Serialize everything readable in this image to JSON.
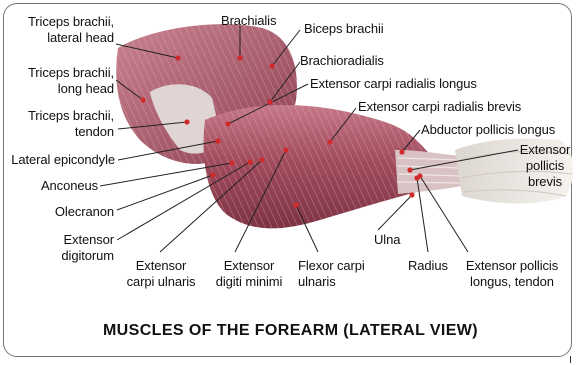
{
  "title": "MUSCLES OF THE FOREARM (LATERAL VIEW)",
  "labels": {
    "triceps_lateral": [
      "Triceps brachii,",
      "lateral head"
    ],
    "triceps_long": [
      "Triceps brachii,",
      "long head"
    ],
    "triceps_tendon": [
      "Triceps brachii,",
      "tendon"
    ],
    "lateral_epicondyle": "Lateral epicondyle",
    "anconeus": "Anconeus",
    "olecranon": "Olecranon",
    "extensor_digitorum": [
      "Extensor",
      "digitorum"
    ],
    "extensor_carpi_ulnaris": [
      "Extensor",
      "carpi ulnaris"
    ],
    "extensor_digiti_minimi": [
      "Extensor",
      "digiti minimi"
    ],
    "flexor_carpi_ulnaris": [
      "Flexor carpi",
      "ulnaris"
    ],
    "ulna": "Ulna",
    "radius": "Radius",
    "extensor_pollicis_longus": [
      "Extensor pollicis",
      "longus, tendon"
    ],
    "brachialis": "Brachialis",
    "biceps_brachii": "Biceps brachii",
    "brachioradialis": "Brachioradialis",
    "ecr_longus": "Extensor carpi radialis longus",
    "ecr_brevis": "Extensor carpi radialis brevis",
    "abductor_pollicis_longus": "Abductor pollicis longus",
    "extensor_pollicis_brevis": [
      "Extensor",
      "pollicis",
      "brevis"
    ]
  },
  "colors": {
    "muscle_dark": "#8a3a4a",
    "muscle_mid": "#b0596a",
    "muscle_light": "#d39aa6",
    "tendon": "#e8e4e0",
    "leader": "#222222",
    "dot": "#d12a2a"
  }
}
